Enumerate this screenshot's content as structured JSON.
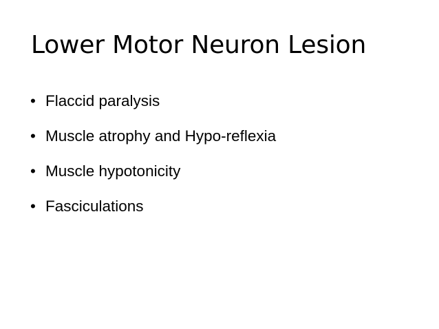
{
  "slide": {
    "title": "Lower Motor Neuron Lesion",
    "background_color": "#ffffff",
    "text_color": "#000000",
    "bullet_marker": "•",
    "bullets": [
      {
        "text": "Flaccid paralysis"
      },
      {
        "text": "Muscle atrophy and Hypo-reflexia"
      },
      {
        "text": "Muscle hypotonicity"
      },
      {
        "text": "Fasciculations"
      }
    ]
  }
}
